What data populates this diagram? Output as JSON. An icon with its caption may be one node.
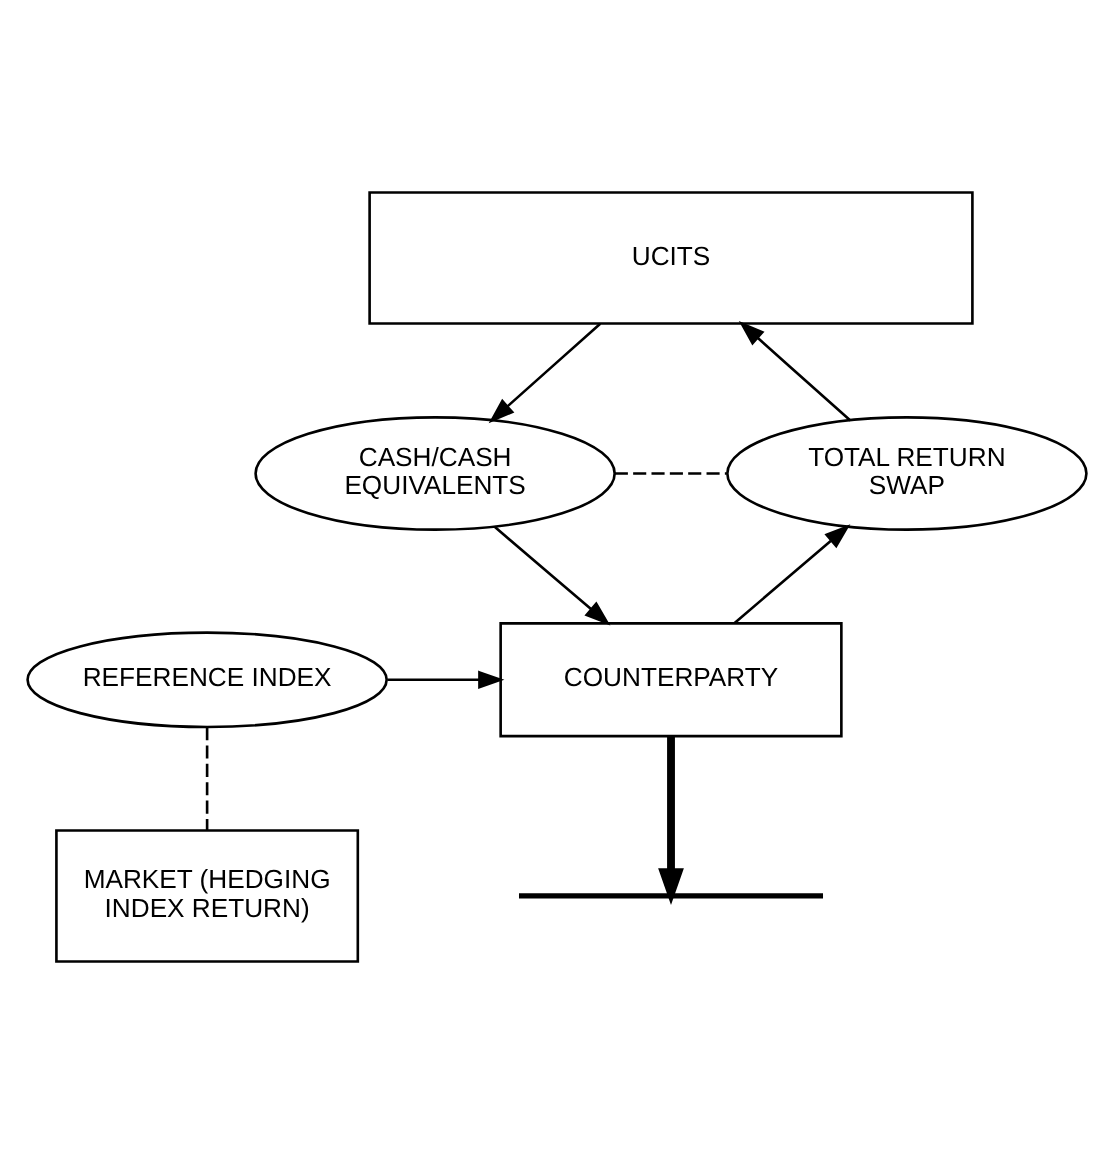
{
  "diagram": {
    "nodes": [
      {
        "text": [
          "UCITS"
        ]
      },
      {
        "text": [
          "CASH/CASH EQUIVALENTS"
        ]
      },
      {
        "text": [
          "TOTAL RETURN SWAP"
        ]
      },
      {
        "text": [
          "REFERENCE INDEX"
        ]
      },
      {
        "text": [
          "COUNTERPARTY"
        ]
      },
      {
        "text": [],
        "shape": "bar"
      },
      {
        "text": [
          "MARKET (HEDGING INDEX RETURN)"
        ]
      }
    ],
    "edges": [
      {
        "from": 0,
        "to": 1,
        "arrow": "to"
      },
      {
        "from": 2,
        "to": 0,
        "arrow": "to"
      },
      {
        "from": 1,
        "to": 2,
        "arrow": "none",
        "style": "dashed"
      },
      {
        "from": 1,
        "to": 4,
        "arrow": "to"
      },
      {
        "from": 3,
        "to": 4,
        "arrow": "to"
      },
      {
        "from": 4,
        "to": 2,
        "arrow": "to"
      },
      {
        "from": 4,
        "to": 5,
        "arrow": "to",
        "style": "thick"
      },
      {
        "from": 3,
        "to": 6,
        "arrow": "none",
        "style": "dashed"
      }
    ]
  }
}
